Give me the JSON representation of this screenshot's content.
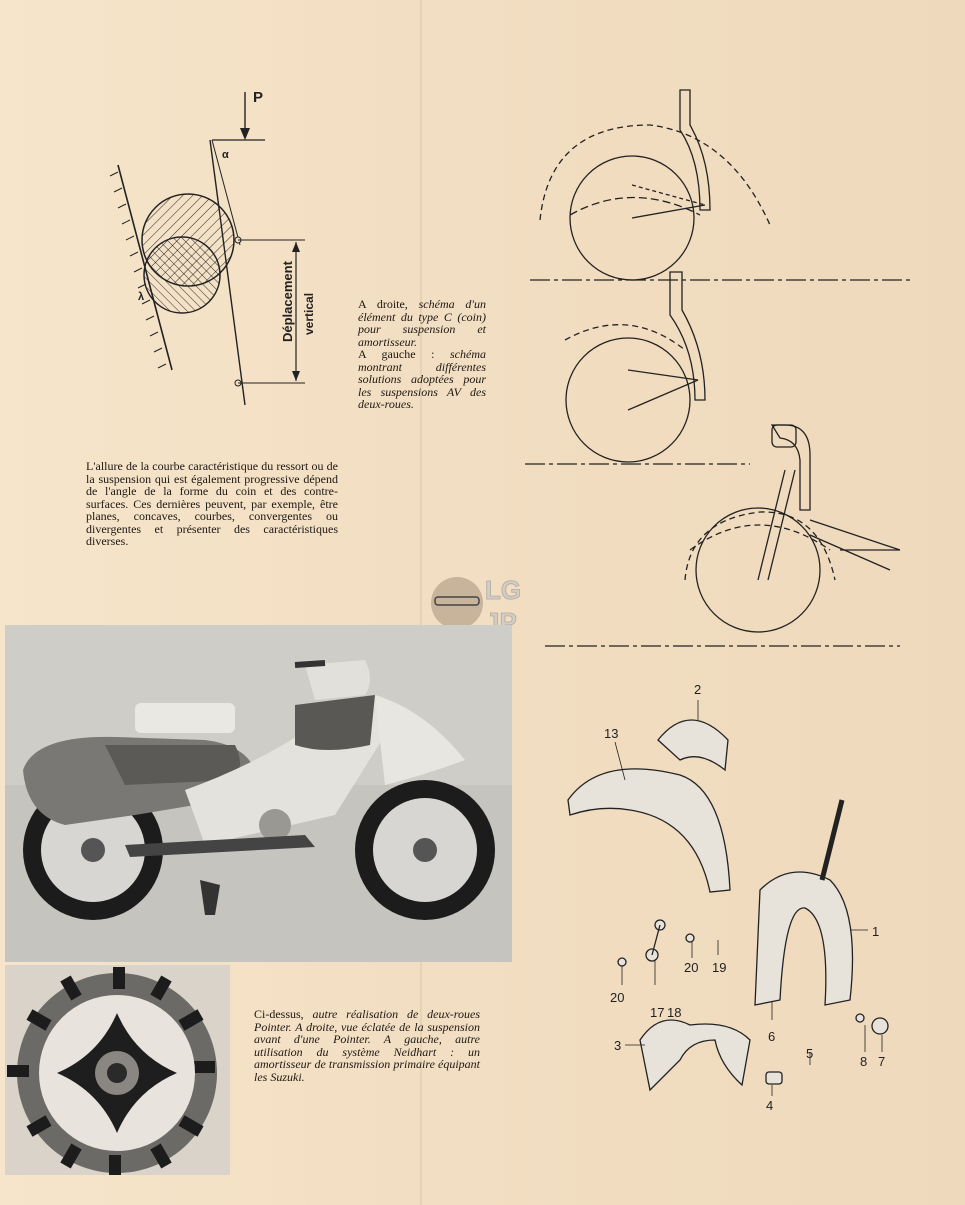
{
  "captions": {
    "right": {
      "part1_plain": "A droite, ",
      "part1_italic": "schéma d'un élément du type C (coin) pour suspension et amortisseur.",
      "part2_plain": "A gauche : ",
      "part2_italic": "schéma montrant différentes solutions adoptées pour les suspensions AV des deux-roues."
    },
    "left": "L'allure de la courbe caractéristique du ressort ou de la suspension qui est également progressive dépend de l'angle de la forme du coin et des contre-surfaces. Ces dernières peuvent, par exemple, être planes, concaves, courbes, convergentes ou divergentes et présenter des caractéristiques diverses.",
    "bottom": {
      "part1_plain": "Ci-dessus, ",
      "part1_italic": "autre réalisation de deux-roues Pointer. A droite, vue éclatée de la suspension avant d'une Pointer. A gauche, autre utilisation du système Neidhart : un amortisseur de transmission primaire équipant les Suzuki."
    }
  },
  "wedge_diagram": {
    "force_label": "P",
    "angle_label": "α",
    "lambda_label": "λ",
    "displacement_label_1": "Déplacement",
    "displacement_label_2": "vertical"
  },
  "watermark": {
    "line1": "LG",
    "line2": "JP"
  },
  "exploded_view": {
    "parts": [
      "1",
      "2",
      "3",
      "4",
      "5",
      "6",
      "7",
      "8",
      "13",
      "17",
      "18",
      "19",
      "20",
      "20"
    ]
  }
}
